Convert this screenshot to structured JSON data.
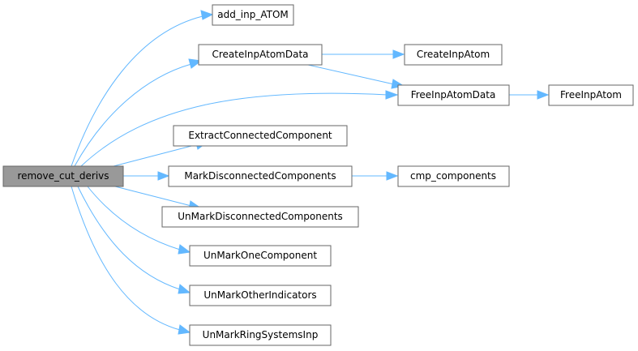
{
  "diagram": {
    "root": "remove_cut_derivs",
    "nodes": {
      "remove_cut_derivs": "remove_cut_derivs",
      "add_inp_ATOM": "add_inp_ATOM",
      "CreateInpAtomData": "CreateInpAtomData",
      "CreateInpAtom": "CreateInpAtom",
      "FreeInpAtomData": "FreeInpAtomData",
      "FreeInpAtom": "FreeInpAtom",
      "ExtractConnectedComponent": "ExtractConnectedComponent",
      "MarkDisconnectedComponents": "MarkDisconnectedComponents",
      "cmp_components": "cmp_components",
      "UnMarkDisconnectedComponents": "UnMarkDisconnectedComponents",
      "UnMarkOneComponent": "UnMarkOneComponent",
      "UnMarkOtherIndicators": "UnMarkOtherIndicators",
      "UnMarkRingSystemsInp": "UnMarkRingSystemsInp"
    },
    "edges": [
      {
        "from": "remove_cut_derivs",
        "to": "add_inp_ATOM"
      },
      {
        "from": "remove_cut_derivs",
        "to": "CreateInpAtomData"
      },
      {
        "from": "remove_cut_derivs",
        "to": "FreeInpAtomData"
      },
      {
        "from": "remove_cut_derivs",
        "to": "ExtractConnectedComponent"
      },
      {
        "from": "remove_cut_derivs",
        "to": "MarkDisconnectedComponents"
      },
      {
        "from": "remove_cut_derivs",
        "to": "UnMarkDisconnectedComponents"
      },
      {
        "from": "remove_cut_derivs",
        "to": "UnMarkOneComponent"
      },
      {
        "from": "remove_cut_derivs",
        "to": "UnMarkOtherIndicators"
      },
      {
        "from": "remove_cut_derivs",
        "to": "UnMarkRingSystemsInp"
      },
      {
        "from": "CreateInpAtomData",
        "to": "CreateInpAtom"
      },
      {
        "from": "CreateInpAtomData",
        "to": "FreeInpAtomData"
      },
      {
        "from": "FreeInpAtomData",
        "to": "FreeInpAtom"
      },
      {
        "from": "MarkDisconnectedComponents",
        "to": "cmp_components"
      }
    ],
    "colors": {
      "edge": "#63b8ff",
      "root_fill": "#999999",
      "node_border": "#666666",
      "node_fill": "#ffffff"
    }
  }
}
